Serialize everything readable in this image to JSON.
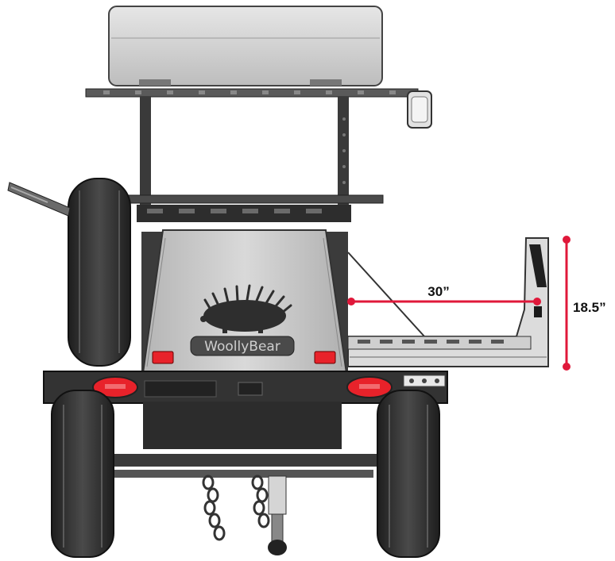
{
  "diagram": {
    "brand_label": "WoollyBear",
    "dimensions": {
      "width_label": "30”",
      "height_label": "18.5”"
    },
    "colors": {
      "dimension_line": "#e0183a",
      "body_panel": "#c8c8c8",
      "frame_dark": "#3a3a3a",
      "tire": "#2b2b2b",
      "tail_light": "#e8222a"
    }
  }
}
